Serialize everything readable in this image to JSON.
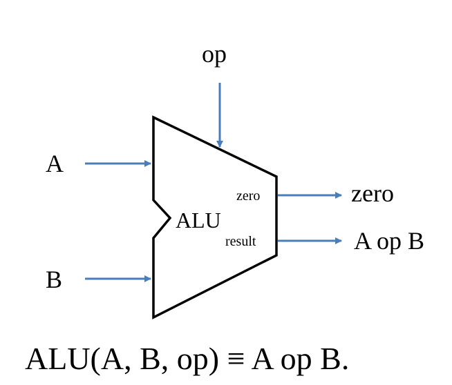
{
  "diagram": {
    "block_label": "ALU",
    "inputs": {
      "a": "A",
      "b": "B",
      "op": "op"
    },
    "ports": {
      "zero": "zero",
      "result": "result"
    },
    "outputs": {
      "zero": "zero",
      "result": "A op B"
    },
    "formula": "ALU(A, B, op) ≡ A op B."
  },
  "colors": {
    "arrow": "#4a7ebb",
    "outline": "#000000",
    "background": "#ffffff"
  }
}
